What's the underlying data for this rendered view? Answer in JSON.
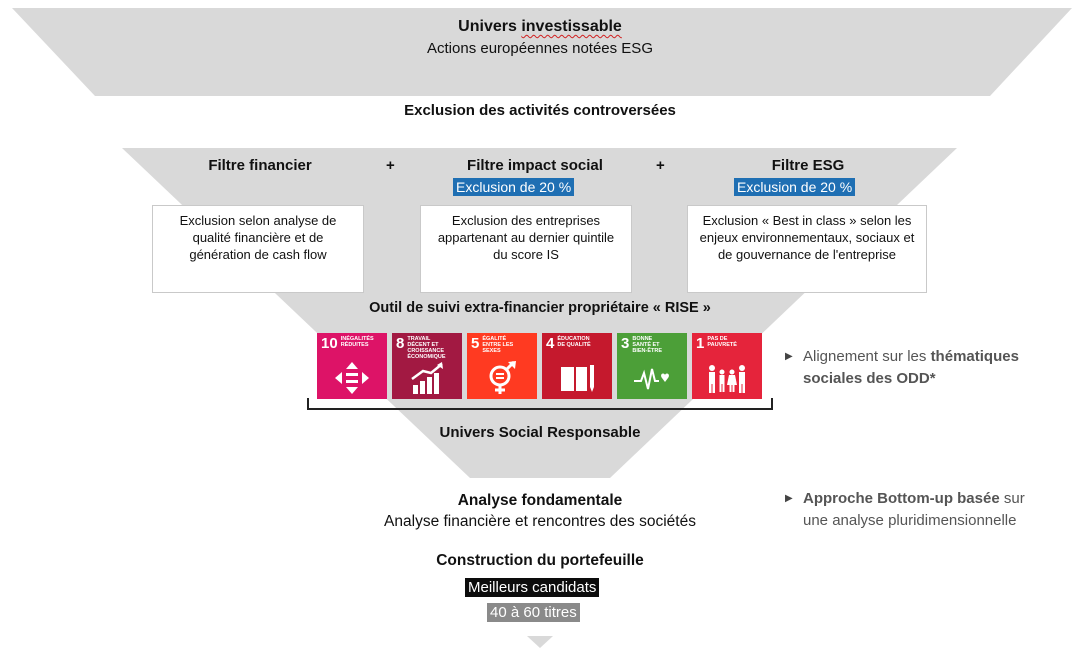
{
  "stage1": {
    "title_prefix": "Univers",
    "title_suffix": "investissable",
    "subtitle": "Actions européennes notées ESG"
  },
  "stage2": {
    "label": "Exclusion des activités controversées"
  },
  "filters": {
    "plus": "+",
    "financial": {
      "title": "Filtre financier",
      "box": "Exclusion selon analyse de qualité financière et de génération de cash flow"
    },
    "social": {
      "title": "Filtre impact social",
      "tag": "Exclusion de 20 %",
      "box": "Exclusion des entreprises appartenant au dernier quintile du score IS"
    },
    "esg": {
      "title": "Filtre ESG",
      "tag": "Exclusion de 20 %",
      "box": "Exclusion « Best in class » selon les enjeux environnementaux, sociaux et de gouvernance de l'entreprise"
    }
  },
  "rise": {
    "label": "Outil de suivi extra-financier propriétaire « RISE »"
  },
  "sdgs": [
    {
      "number": "10",
      "label": "Inégalités réduites",
      "color": "#dd1367",
      "icon": "reduced-inequalities-icon"
    },
    {
      "number": "8",
      "label": "Travail décent et croissance économique",
      "color": "#a21942",
      "icon": "growth-chart-icon"
    },
    {
      "number": "5",
      "label": "Égalité entre les sexes",
      "color": "#ff3a21",
      "icon": "gender-equality-icon"
    },
    {
      "number": "4",
      "label": "Éducation de qualité",
      "color": "#c5192d",
      "icon": "book-pencil-icon"
    },
    {
      "number": "3",
      "label": "Bonne santé et bien-être",
      "color": "#4c9f38",
      "icon": "heartbeat-icon"
    },
    {
      "number": "1",
      "label": "Pas de pauvreté",
      "color": "#e5243b",
      "icon": "family-icon"
    }
  ],
  "side_notes": {
    "odd": {
      "line1_plain": "Alignement sur les ",
      "line1_bold": "thématiques",
      "line2_bold": "sociales des ODD*"
    },
    "bottomup": {
      "line1_bold": "Approche Bottom-up basée",
      "line1_plain": " sur",
      "line2": "une analyse pluridimensionnelle"
    }
  },
  "stage3": {
    "label": "Univers Social Responsable"
  },
  "analysis": {
    "title": "Analyse fondamentale",
    "subtitle": "Analyse financière et rencontres des sociétés"
  },
  "construction": {
    "title": "Construction du portefeuille",
    "tag1": "Meilleurs candidats",
    "tag2": "40 à 60 titres"
  },
  "colors": {
    "funnel_gray": "#d9d9d9",
    "highlight_blue": "#1f6fb3",
    "highlight_black": "#0c0c0c",
    "highlight_gray": "#8a8a8a"
  }
}
